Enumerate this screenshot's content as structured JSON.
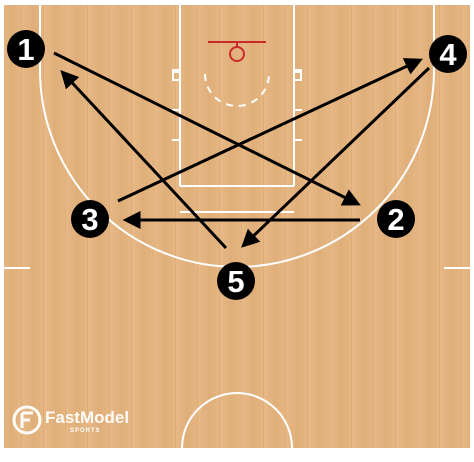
{
  "diagram": {
    "players": [
      {
        "id": "p1",
        "label": "1"
      },
      {
        "id": "p2",
        "label": "2"
      },
      {
        "id": "p3",
        "label": "3"
      },
      {
        "id": "p4",
        "label": "4"
      },
      {
        "id": "p5",
        "label": "5"
      }
    ],
    "passes": [
      {
        "from": "1",
        "to": "2"
      },
      {
        "from": "2",
        "to": "3"
      },
      {
        "from": "3",
        "to": "4"
      },
      {
        "from": "4",
        "to": "5"
      },
      {
        "from": "5",
        "to": "1"
      }
    ]
  },
  "branding": {
    "name": "FastModel",
    "sub": "SPORTS"
  },
  "colors": {
    "court_wood": "#e2b27c",
    "court_lines": "#ffffff",
    "rim": "#cc2a2a",
    "player": "#000000",
    "arrow": "#000000"
  }
}
